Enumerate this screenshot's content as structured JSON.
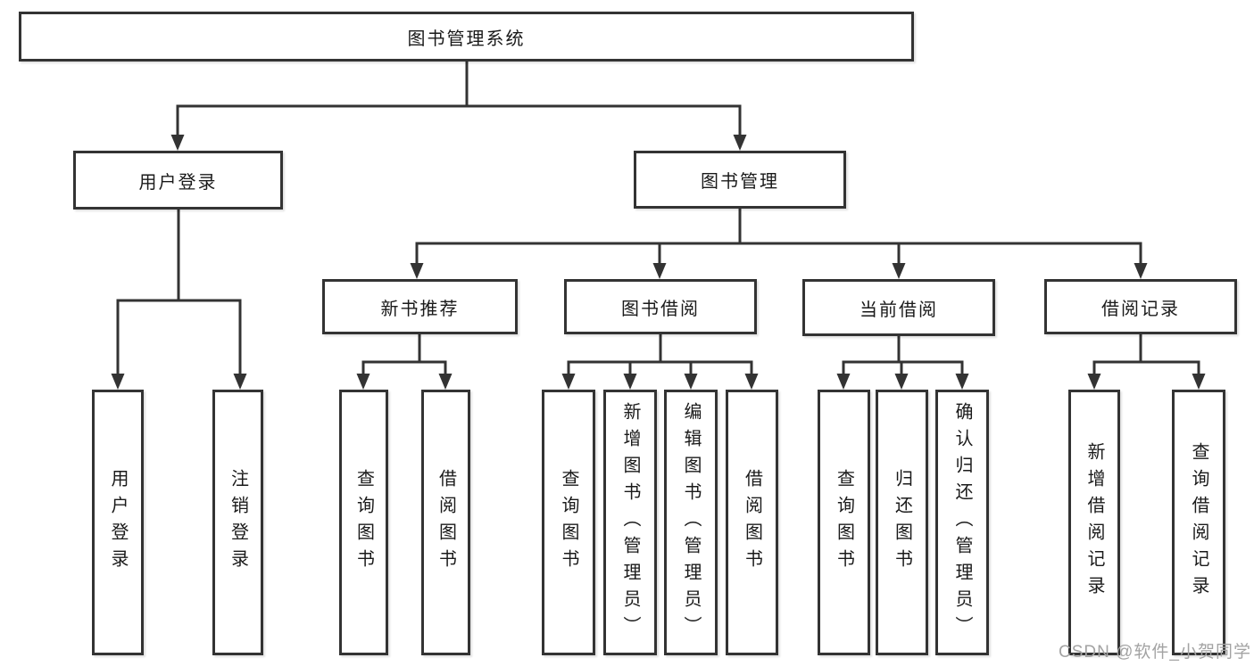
{
  "colors": {
    "line": "#333333",
    "text": "#1a1a1a",
    "box_bg": "#ffffff",
    "watermark": "#a3a3a3"
  },
  "watermark": {
    "text": "CSDN @软件_小贺同学"
  },
  "tree": {
    "root": {
      "label": "图书管理系统",
      "children": [
        {
          "label": "用户登录",
          "children": [
            {
              "label": "用户登录"
            },
            {
              "label": "注销登录"
            }
          ]
        },
        {
          "label": "图书管理",
          "children": [
            {
              "label": "新书推荐",
              "children": [
                {
                  "label": "查询图书"
                },
                {
                  "label": "借阅图书"
                }
              ]
            },
            {
              "label": "图书借阅",
              "children": [
                {
                  "label": "查询图书"
                },
                {
                  "label": "新增图书（管理员）"
                },
                {
                  "label": "编辑图书（管理员）"
                },
                {
                  "label": "借阅图书"
                }
              ]
            },
            {
              "label": "当前借阅",
              "children": [
                {
                  "label": "查询图书"
                },
                {
                  "label": "归还图书"
                },
                {
                  "label": "确认归还（管理员）"
                }
              ]
            },
            {
              "label": "借阅记录",
              "children": [
                {
                  "label": "新增借阅记录"
                },
                {
                  "label": "查询借阅记录"
                }
              ]
            }
          ]
        }
      ]
    }
  }
}
